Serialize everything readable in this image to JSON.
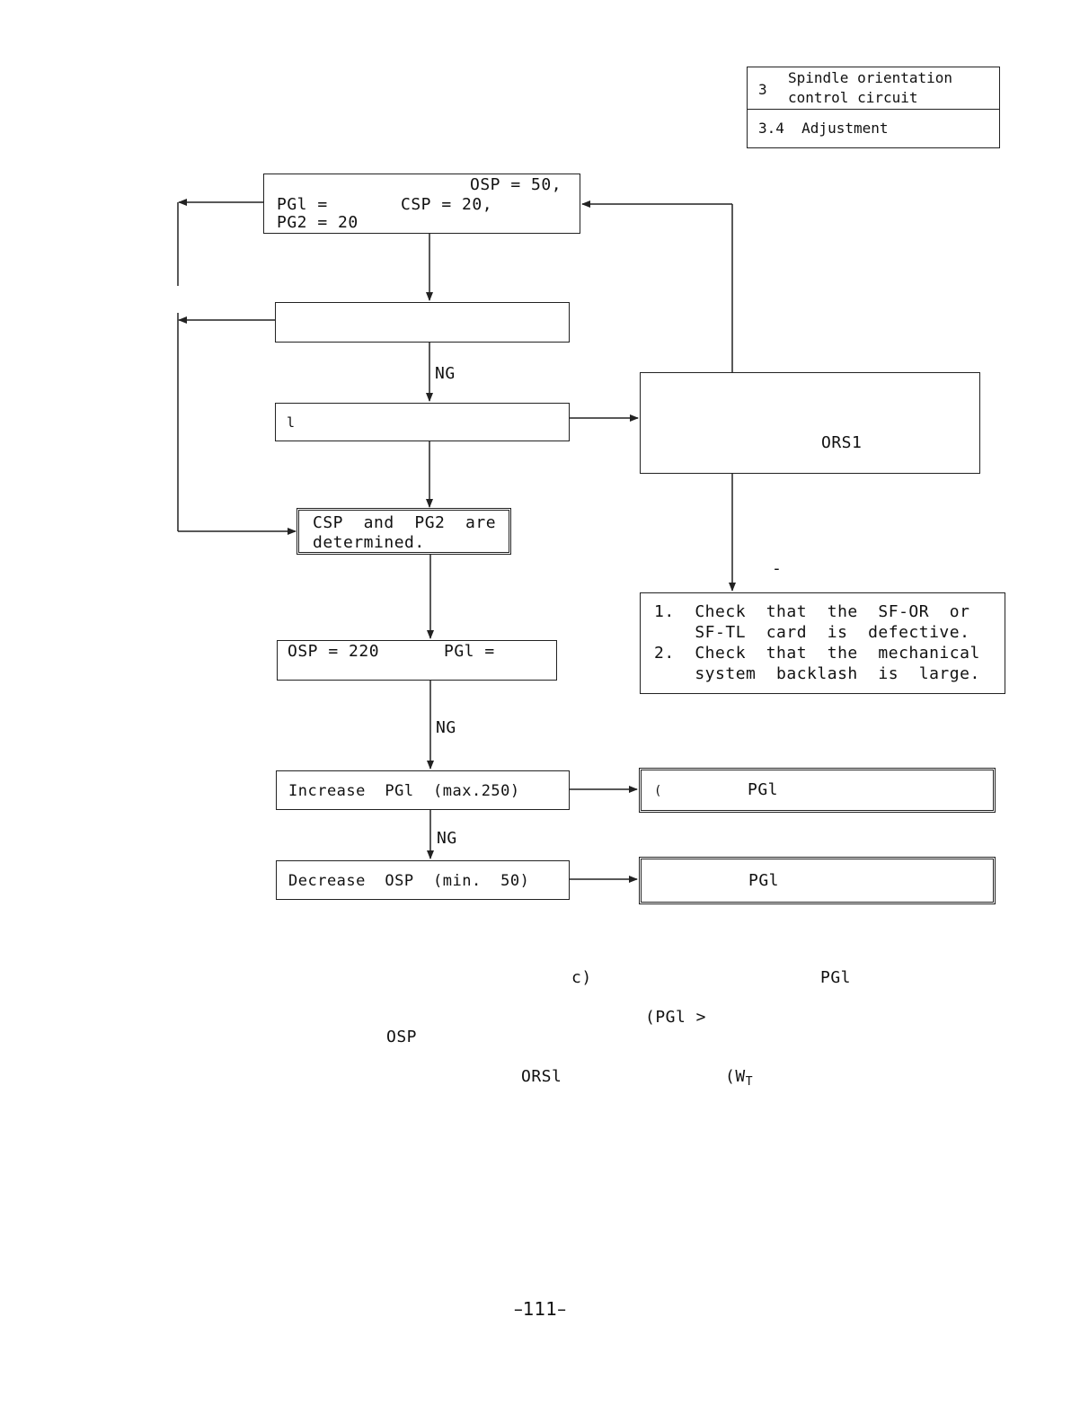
{
  "header": {
    "section_num": "3",
    "section_title_l1": "Spindle orientation",
    "section_title_l2": "control circuit",
    "subsection": "3.4  Adjustment"
  },
  "flow": {
    "box1": {
      "l1": "OSP = 50,",
      "l2a": "PGl =",
      "l2b": "CSP = 20,",
      "l3": "PG2 = 20"
    },
    "box3_mark": "l",
    "box4": {
      "l1": "CSP  and  PG2  are",
      "l2": "determined."
    },
    "box5": {
      "a": "OSP = 220",
      "b": "PGl ="
    },
    "box6": "Increase  PGl  (max.250)",
    "box7": "Decrease  OSP  (min.  50)",
    "box8": "ORS1",
    "box9": {
      "l1": "1.  Check  that  the  SF-OR  or",
      "l2": "    SF-TL  card  is  defective.",
      "l3": "2.  Check  that  the  mechanical",
      "l4": "    system  backlash  is  large."
    },
    "box10": {
      "mark": "(",
      "text": "PGl"
    },
    "box11": "PGl",
    "ng": [
      "NG",
      "NG",
      "NG"
    ],
    "dash": "-"
  },
  "notes": {
    "c": "c)",
    "pg1": "PGl",
    "pg1gt": "(PGl >",
    "osp": "OSP",
    "ors1": "ORSl",
    "wt_a": "(W",
    "wt_b": "T"
  },
  "page_number": "–111–"
}
